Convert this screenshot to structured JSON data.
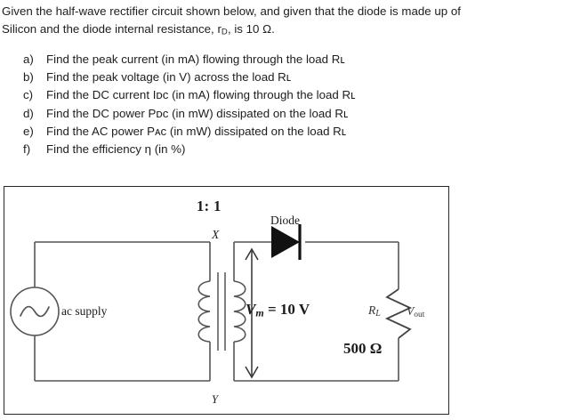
{
  "problem": {
    "line1_part1": "Given the half-wave rectifier circuit shown below, and given that the diode is made up of",
    "line2_part1": "Silicon and the diode internal resistance, r",
    "line2_sub": "D",
    "line2_part2": ", is 10 Ω."
  },
  "questions": [
    {
      "marker": "a)",
      "text": "Find the peak current (in mA) flowing through the load Rʟ"
    },
    {
      "marker": "b)",
      "text": "Find the peak voltage (in V) across the load Rʟ"
    },
    {
      "marker": "c)",
      "text": "Find the DC current Iᴅᴄ (in mA) flowing through the load Rʟ"
    },
    {
      "marker": "d)",
      "text": "Find the DC power Pᴅᴄ (in mW) dissipated on the load Rʟ"
    },
    {
      "marker": "e)",
      "text": "Find the AC power Pᴀᴄ (in mW) dissipated on the load Rʟ"
    },
    {
      "marker": "f)",
      "text": "Find the efficiency η (in %)"
    }
  ],
  "figure": {
    "turns_ratio": "1: 1",
    "diode_label": "Diode",
    "node_x": "X",
    "node_y": "Y",
    "source_label": "ac supply",
    "vm_symbol": "V",
    "vm_subscript": "m",
    "vm_value": "= 10 V",
    "load_symbol": "R",
    "load_subscript": "L",
    "vout_symbol": "V",
    "vout_subscript": "out",
    "load_value": "500 Ω",
    "colors": {
      "wire": "#555555",
      "diode_fill": "#111111",
      "border": "#2a2a2a",
      "text": "#1a1a1a"
    }
  }
}
